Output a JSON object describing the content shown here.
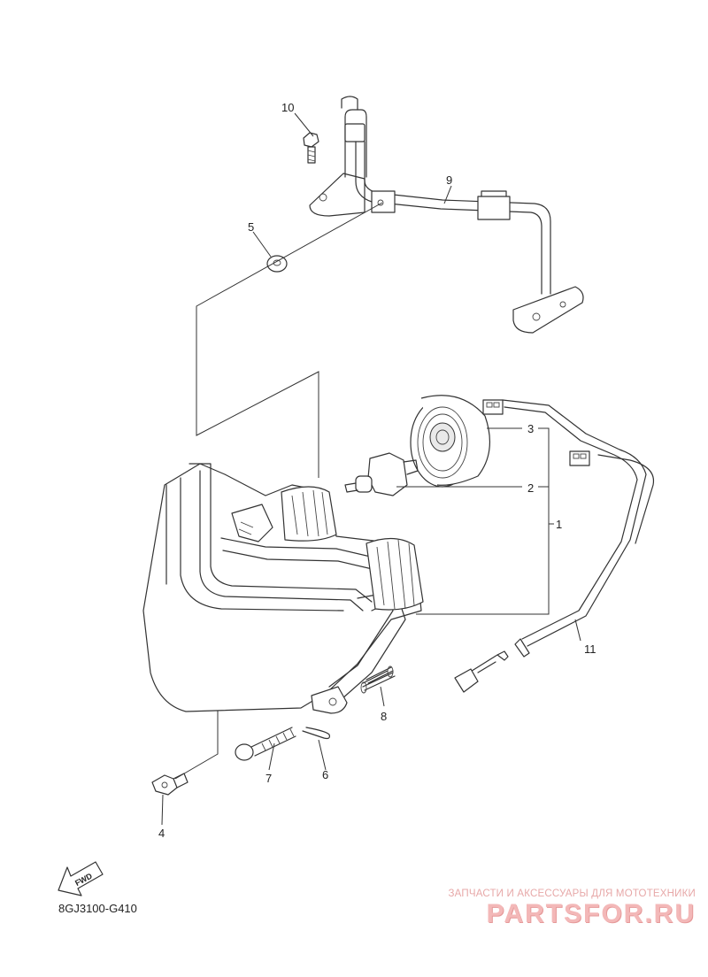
{
  "diagram": {
    "code": "8GJ3100-G410",
    "direction_badge": "FWD",
    "part_numbers": [
      "1",
      "2",
      "3",
      "4",
      "5",
      "6",
      "7",
      "8",
      "9",
      "10",
      "11"
    ]
  },
  "watermark": {
    "tagline": "ЗАПЧАСТИ И АКСЕССУАРЫ ДЛЯ МОТОТЕХНИКИ",
    "brand": "PARTSFOR.RU"
  }
}
